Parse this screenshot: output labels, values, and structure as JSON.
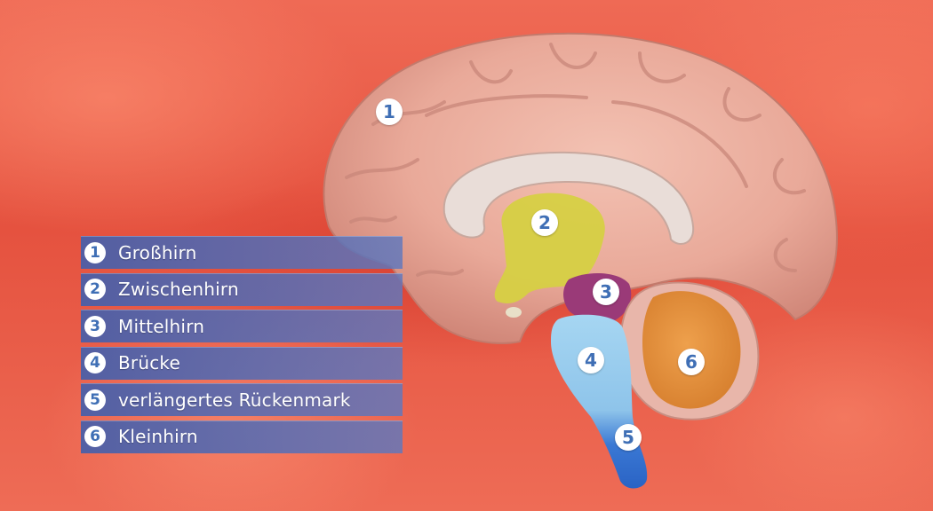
{
  "legend": [
    {
      "number": "1",
      "label": "Großhirn"
    },
    {
      "number": "2",
      "label": "Zwischenhirn"
    },
    {
      "number": "3",
      "label": "Mittelhirn"
    },
    {
      "number": "4",
      "label": "Brücke"
    },
    {
      "number": "5",
      "label": "verlängertes Rückenmark"
    },
    {
      "number": "6",
      "label": "Kleinhirn"
    }
  ],
  "markers": {
    "grosshirn": "1",
    "zwischenhirn": "2",
    "mittelhirn": "3",
    "bruecke": "4",
    "rueckenmark": "5",
    "kleinhirn": "6"
  },
  "colors": {
    "grosshirn": "#e8a89a",
    "zwischenhirn": "#d8d24a",
    "mittelhirn": "#9a3a78",
    "bruecke": "#8ec8ec",
    "rueckenmark": "#2f6fd0",
    "kleinhirn": "#e28a3a",
    "legend_bar": "#4f6fb8",
    "number_text": "#3f6fb5"
  }
}
